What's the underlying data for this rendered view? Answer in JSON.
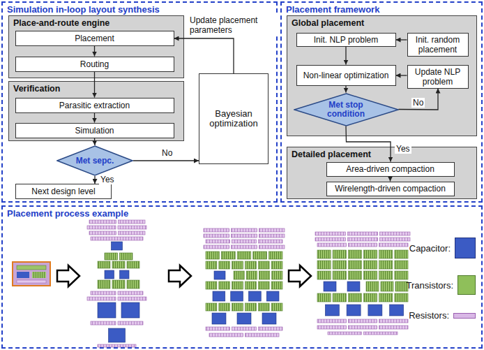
{
  "diagram": {
    "nodes": [
      {
        "text": [
          "Simulation in-loop layout synthesis"
        ]
      },
      {
        "text": [
          "Place-and-route engine"
        ],
        "in": 0
      },
      {
        "text": [
          "Placement"
        ],
        "in": 1
      },
      {
        "text": [
          "Routing"
        ],
        "in": 1
      },
      {
        "text": [
          "Verification"
        ],
        "in": 0
      },
      {
        "text": [
          "Parasitic extraction"
        ],
        "in": 4
      },
      {
        "text": [
          "Simulation"
        ],
        "in": 4
      },
      {
        "text": [
          "Met sepc."
        ],
        "in": 0
      },
      {
        "text": [
          "Next design level"
        ],
        "in": 0
      },
      {
        "text": [
          "Bayesian optimization"
        ],
        "in": 0
      },
      {
        "text": [
          "Placement framework"
        ]
      },
      {
        "text": [
          "Global placement"
        ],
        "in": 10
      },
      {
        "text": [
          "Init. NLP problem"
        ],
        "in": 11
      },
      {
        "text": [
          "Init. random placement"
        ],
        "in": 11
      },
      {
        "text": [
          "Non-linear optimization"
        ],
        "in": 11
      },
      {
        "text": [
          "Update NLP problem"
        ],
        "in": 11
      },
      {
        "text": [
          "Met stop condition"
        ],
        "in": 11
      },
      {
        "text": [
          "Detailed placement"
        ],
        "in": 10
      },
      {
        "text": [
          "Area-driven compaction"
        ],
        "in": 17
      },
      {
        "text": [
          "Wirelength-driven compaction"
        ],
        "in": 17
      },
      {
        "text": [
          "Placement process example"
        ]
      }
    ],
    "edges": [
      {
        "from": 2,
        "to": 3,
        "arrow": "to"
      },
      {
        "from": 3,
        "to": 5,
        "arrow": "to"
      },
      {
        "from": 5,
        "to": 6,
        "arrow": "to"
      },
      {
        "from": 6,
        "to": 7,
        "arrow": "to"
      },
      {
        "from": 7,
        "to": 8,
        "label": "Yes",
        "arrow": "to"
      },
      {
        "from": 7,
        "to": 9,
        "label": "No",
        "arrow": "to"
      },
      {
        "from": 9,
        "to": 2,
        "label": "Update placement parameters",
        "arrow": "to"
      },
      {
        "from": 13,
        "to": 12,
        "arrow": "to"
      },
      {
        "from": 12,
        "to": 14,
        "arrow": "to"
      },
      {
        "from": 14,
        "to": 16,
        "arrow": "to"
      },
      {
        "from": 16,
        "to": 15,
        "label": "No",
        "arrow": "to"
      },
      {
        "from": 15,
        "to": 14,
        "arrow": "to"
      },
      {
        "from": 16,
        "to": 18,
        "label": "Yes",
        "arrow": "to"
      },
      {
        "from": 18,
        "to": 19,
        "arrow": "to"
      }
    ],
    "legend": [
      {
        "text": "Capacitor:",
        "color": "#3b5bc4"
      },
      {
        "text": "Transistors:",
        "color": "#8fbf5a"
      },
      {
        "text": "Resistors:",
        "color": "#d9b8e6"
      }
    ]
  }
}
